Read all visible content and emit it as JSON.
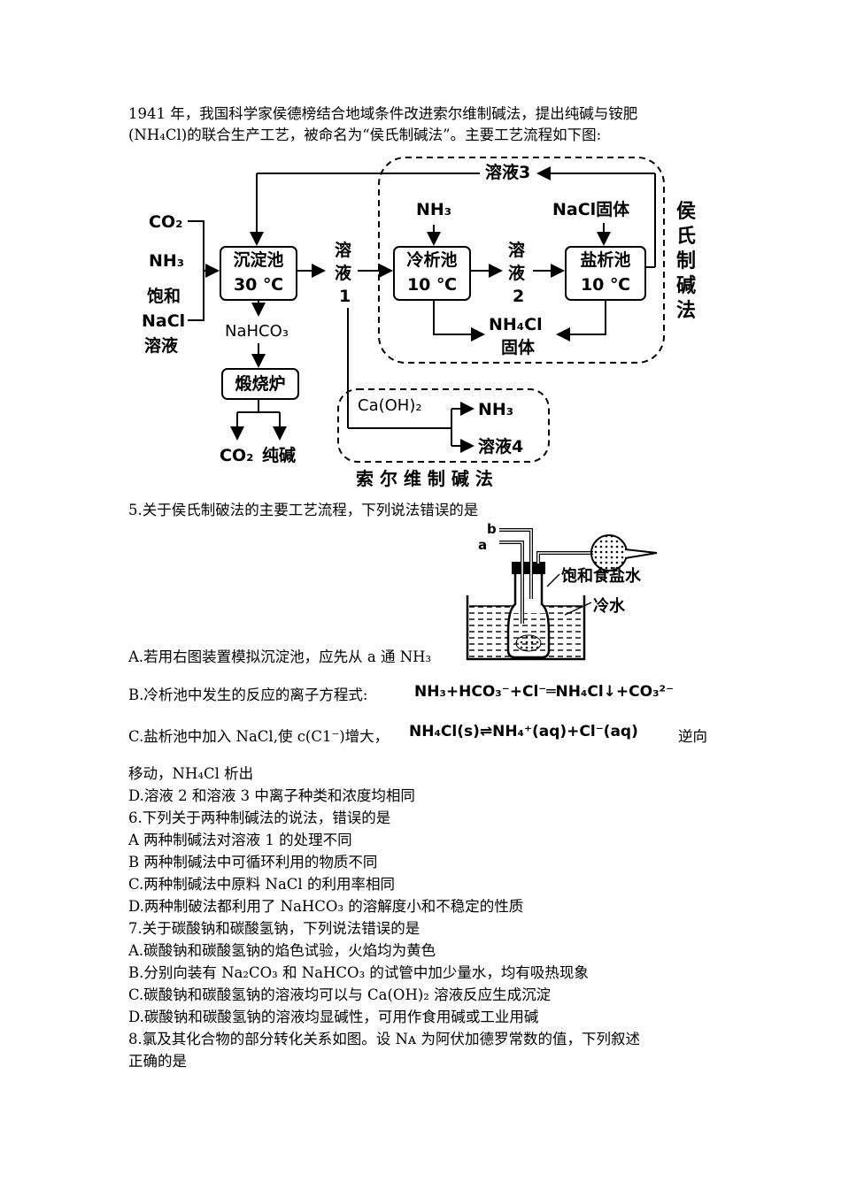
{
  "intro": {
    "line1": "1941 年，我国科学家侯德榜结合地域条件改进索尔维制碱法，提出纯碱与铵肥",
    "line2": "(NH₄Cl)的联合生产工艺，被命名为“侯氏制碱法”。主要工艺流程如下图:"
  },
  "diagram": {
    "inputs": [
      "CO₂",
      "NH₃",
      "饱和",
      "NaCl",
      "溶液"
    ],
    "settling_tank": [
      "沉淀池",
      "30 ℃"
    ],
    "nahco3": "NaHCO₃",
    "furnace": "煅烧炉",
    "products": [
      "CO₂",
      "纯碱"
    ],
    "solution1": [
      "溶",
      "液",
      "1"
    ],
    "cold_tank": [
      "冷析池",
      "10 ℃"
    ],
    "nh3_in": "NH₃",
    "solution2": [
      "溶",
      "液",
      "2"
    ],
    "nacl_solid": "NaCl固体",
    "salt_tank": [
      "盐析池",
      "10 ℃"
    ],
    "nh4cl_out": [
      "NH₄Cl",
      "固体"
    ],
    "solution3": "溶液3",
    "hou_label": [
      "侯",
      "氏",
      "制",
      "碱",
      "法"
    ],
    "caoh2": "Ca(OH)₂",
    "nh3_out": "NH₃",
    "solution4": "溶液4",
    "solvay_label": "索 尔 维 制 碱 法"
  },
  "apparatus": {
    "label_b": "b",
    "label_a": "a",
    "brine": "饱和食盐水",
    "cold_water": "冷水"
  },
  "q5": {
    "stem": "5.关于侯氏制破法的主要工艺流程，下列说法错误的是",
    "a": "A.若用右图装置模拟沉淀池，应先从 a 通 NH₃",
    "b_text": "B.冷析池中发生的反应的离子方程式:",
    "b_eq": "NH₃+HCO₃⁻+Cl⁻═NH₄Cl↓+CO₃²⁻",
    "c_text": "C.盐析池中加入 NaCl,使 c(C1⁻)增大，",
    "c_eq": "NH₄Cl(s)⇌NH₄⁺(aq)+Cl⁻(aq)",
    "c_tail": "逆向",
    "c_line2": "移动，NH₄Cl 析出",
    "d": "D.溶液 2 和溶液 3 中离子种类和浓度均相同"
  },
  "q6": {
    "stem": "6.下列关于两种制碱法的说法，错误的是",
    "a": "A 两种制碱法对溶液  1 的处理不同",
    "b": "B 两种制碱法中可循环利用的物质不同",
    "c": "C.两种制碱法中原料 NaCl 的利用率相同",
    "d": "D.两种制破法都利用了 NaHCO₃ 的溶解度小和不稳定的性质"
  },
  "q7": {
    "stem": "7.关于碳酸钠和碳酸氢钠，下列说法错误的是",
    "a": "A.碳酸钠和碳酸氢钠的焰色试验，火焰均为黄色",
    "b": "B.分别向装有  Na₂CO₃ 和 NaHCO₃ 的试管中加少量水，均有吸热现象",
    "c": "C.碳酸钠和碳酸氢钠的溶液均可以与 Ca(OH)₂ 溶液反应生成沉淀",
    "d": "D.碳酸钠和碳酸氢钠的溶液均显碱性，可用作食用碱或工业用碱"
  },
  "q8": {
    "line1": "8.氯及其化合物的部分转化关系如图。设 Nᴀ 为阿伏加德罗常数的值，下列叙述",
    "line2": "正确的是"
  }
}
